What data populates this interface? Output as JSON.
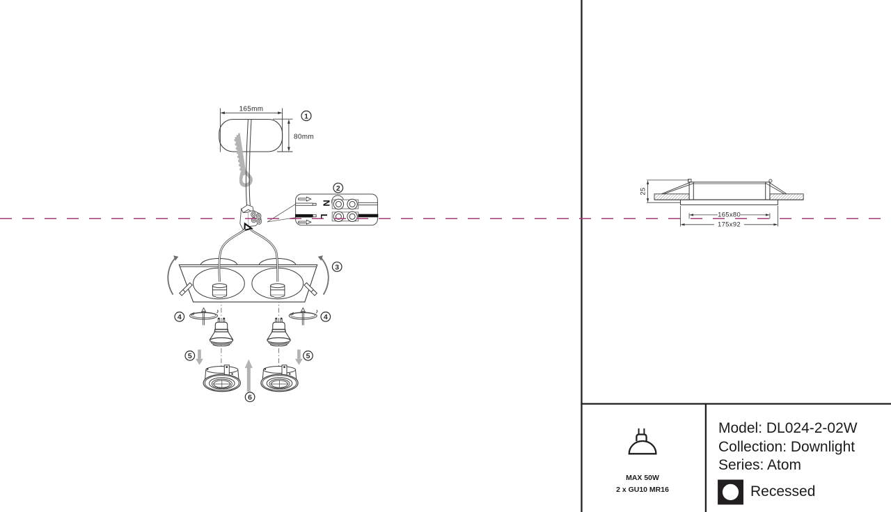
{
  "colors": {
    "ink": "#3a3a3a",
    "light_gray": "#b3b3b3",
    "accent_magenta": "#a83a78"
  },
  "assembly": {
    "cutout_width": "165mm",
    "cutout_height": "80mm",
    "steps": [
      "1",
      "2",
      "3",
      "4",
      "5",
      "6"
    ],
    "terminal_neutral": "N",
    "terminal_live": "L"
  },
  "cross_section": {
    "recess_depth": "25",
    "cutout_size": "165x80",
    "overall_size": "175x92"
  },
  "spec": {
    "max_power": "MAX 50W",
    "lamp_type": "2 x GU10 MR16",
    "model": "Model: DL024-2-02W",
    "collection": "Collection: Downlight",
    "series": "Series: Atom",
    "mounting": "Recessed"
  }
}
